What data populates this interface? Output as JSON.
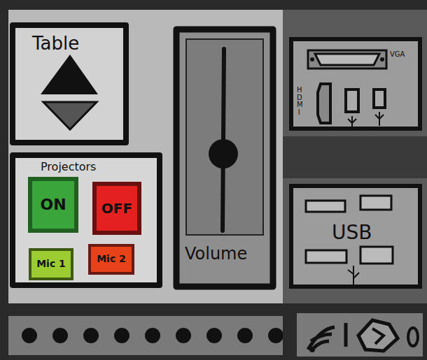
{
  "diagram": {
    "nodes": [
      {
        "text": [
          "Table"
        ]
      },
      {
        "text": [
          "Projectors"
        ]
      },
      {
        "text": [
          "ON"
        ],
        "in": 1
      },
      {
        "text": [
          "OFF"
        ],
        "in": 1
      },
      {
        "text": [
          "Mic 1"
        ],
        "in": 1
      },
      {
        "text": [
          "Mic 2"
        ],
        "in": 1
      },
      {
        "text": [
          "Volume"
        ]
      },
      {
        "text": [
          "VGA",
          "HDMI"
        ]
      },
      {
        "text": [
          "USB"
        ]
      }
    ]
  }
}
